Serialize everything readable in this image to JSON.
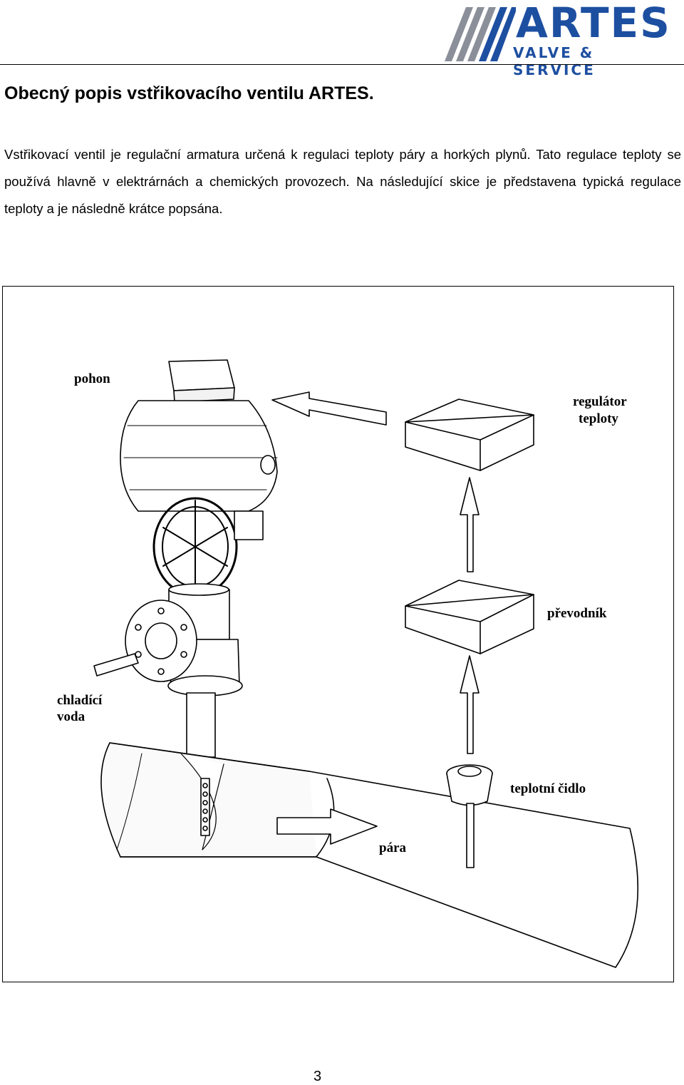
{
  "header": {
    "logo_word": "ARTES",
    "logo_tagline": "VALVE & SERVICE",
    "brand_color": "#1d4fa1"
  },
  "document": {
    "title": "Obecný popis vstřikovacího ventilu ARTES.",
    "paragraph": "Vstřikovací ventil je regulační armatura určená k regulaci teploty páry a horkých plynů. Tato regulace teploty se používá hlavně v elektrárnách a chemických provozech. Na následující skice je představena typická regulace teploty a je následně krátce popsána.",
    "page_number": "3"
  },
  "figure": {
    "labels": {
      "actuator": "pohon",
      "controller_line1": "regulátor",
      "controller_line2": "teploty",
      "transmitter": "převodník",
      "cooling_water_line1": "chladící",
      "cooling_water_line2": "voda",
      "temperature_sensor": "teplotní čidlo",
      "steam": "pára"
    }
  }
}
